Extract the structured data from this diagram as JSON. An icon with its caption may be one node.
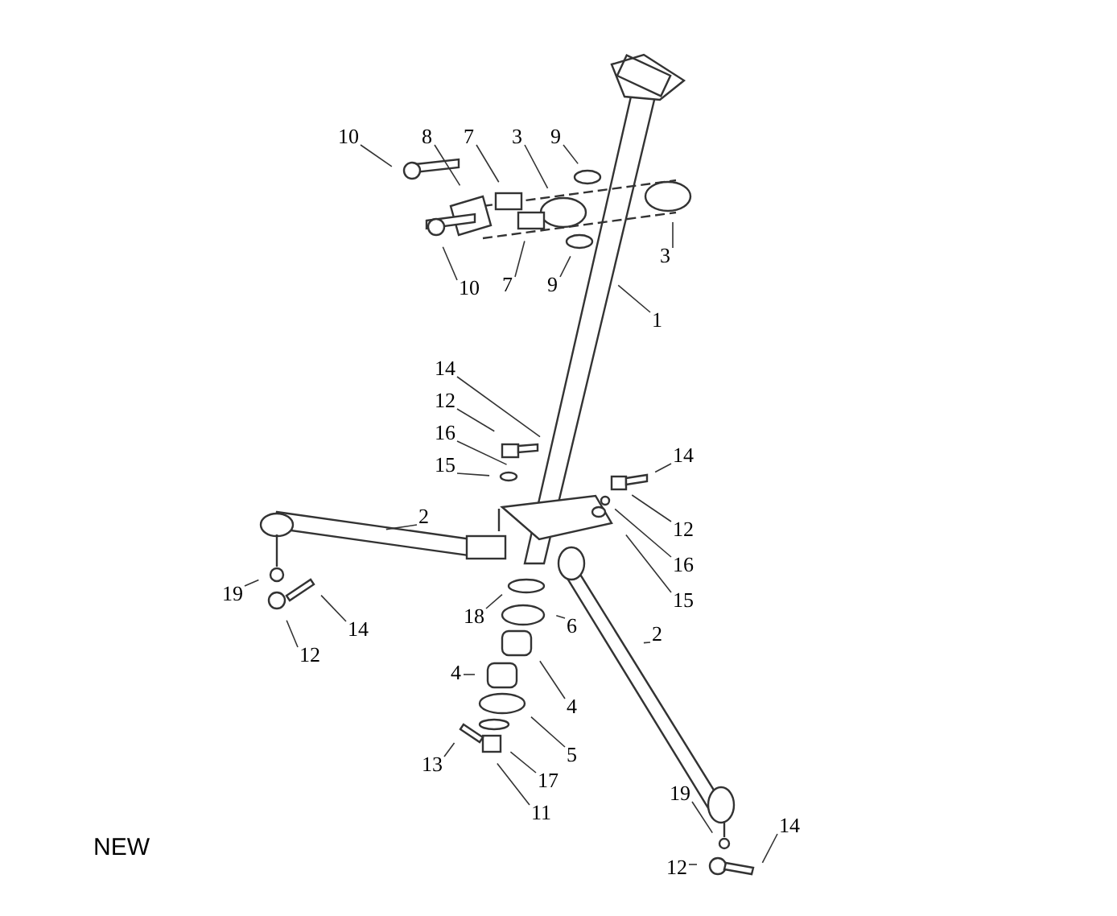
{
  "diagram": {
    "nodes": [
      {
        "text": [
          "10"
        ]
      },
      {
        "text": [
          "8"
        ]
      },
      {
        "text": [
          "7"
        ]
      },
      {
        "text": [
          "3"
        ]
      },
      {
        "text": [
          "9"
        ]
      },
      {
        "text": [
          "3"
        ]
      },
      {
        "text": [
          "10"
        ]
      },
      {
        "text": [
          "7"
        ]
      },
      {
        "text": [
          "9"
        ]
      },
      {
        "text": [
          "1"
        ]
      },
      {
        "text": [
          "14"
        ]
      },
      {
        "text": [
          "12"
        ]
      },
      {
        "text": [
          "16"
        ]
      },
      {
        "text": [
          "15"
        ]
      },
      {
        "text": [
          "14"
        ]
      },
      {
        "text": [
          "12"
        ]
      },
      {
        "text": [
          "16"
        ]
      },
      {
        "text": [
          "15"
        ]
      },
      {
        "text": [
          "2"
        ]
      },
      {
        "text": [
          "19"
        ]
      },
      {
        "text": [
          "12"
        ]
      },
      {
        "text": [
          "14"
        ]
      },
      {
        "text": [
          "18"
        ]
      },
      {
        "text": [
          "6"
        ]
      },
      {
        "text": [
          "4"
        ]
      },
      {
        "text": [
          "4"
        ]
      },
      {
        "text": [
          "5"
        ]
      },
      {
        "text": [
          "13"
        ]
      },
      {
        "text": [
          "17"
        ]
      },
      {
        "text": [
          "11"
        ]
      },
      {
        "text": [
          "2"
        ]
      },
      {
        "text": [
          "19"
        ]
      },
      {
        "text": [
          "12"
        ]
      },
      {
        "text": [
          "14"
        ]
      }
    ],
    "edges": [
      {
        "from": 0,
        "to": null,
        "arrow": "none"
      },
      {
        "from": 1,
        "to": null,
        "arrow": "none"
      },
      {
        "from": 2,
        "to": null,
        "arrow": "none"
      },
      {
        "from": 3,
        "to": null,
        "arrow": "none"
      },
      {
        "from": 4,
        "to": null,
        "arrow": "none"
      },
      {
        "from": 5,
        "to": null,
        "arrow": "none"
      },
      {
        "from": 6,
        "to": null,
        "arrow": "none"
      },
      {
        "from": 7,
        "to": null,
        "arrow": "none"
      },
      {
        "from": 8,
        "to": null,
        "arrow": "none"
      },
      {
        "from": 9,
        "to": null,
        "arrow": "none"
      },
      {
        "from": 10,
        "to": null,
        "arrow": "none"
      },
      {
        "from": 11,
        "to": null,
        "arrow": "none"
      },
      {
        "from": 12,
        "to": null,
        "arrow": "none"
      },
      {
        "from": 13,
        "to": null,
        "arrow": "none"
      },
      {
        "from": 14,
        "to": null,
        "arrow": "none"
      },
      {
        "from": 15,
        "to": null,
        "arrow": "none"
      },
      {
        "from": 16,
        "to": null,
        "arrow": "none"
      },
      {
        "from": 17,
        "to": null,
        "arrow": "none"
      },
      {
        "from": 18,
        "to": null,
        "arrow": "none"
      },
      {
        "from": 19,
        "to": null,
        "arrow": "none"
      },
      {
        "from": 20,
        "to": null,
        "arrow": "none"
      },
      {
        "from": 21,
        "to": null,
        "arrow": "none"
      },
      {
        "from": 22,
        "to": null,
        "arrow": "none"
      },
      {
        "from": 23,
        "to": null,
        "arrow": "none"
      },
      {
        "from": 24,
        "to": null,
        "arrow": "none"
      },
      {
        "from": 25,
        "to": null,
        "arrow": "none"
      },
      {
        "from": 26,
        "to": null,
        "arrow": "none"
      },
      {
        "from": 27,
        "to": null,
        "arrow": "none"
      },
      {
        "from": 28,
        "to": null,
        "arrow": "none"
      },
      {
        "from": 29,
        "to": null,
        "arrow": "none"
      },
      {
        "from": 30,
        "to": null,
        "arrow": "none"
      },
      {
        "from": 31,
        "to": null,
        "arrow": "none"
      },
      {
        "from": 32,
        "to": null,
        "arrow": "none"
      },
      {
        "from": 33,
        "to": null,
        "arrow": "none"
      }
    ],
    "labels": [
      "NEW"
    ]
  }
}
